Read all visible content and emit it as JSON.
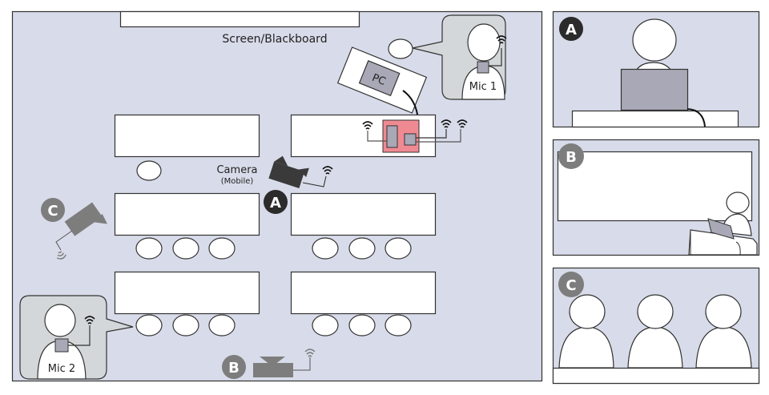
{
  "room": {
    "screen_label": "Screen/Blackboard",
    "pc_label": "PC",
    "camera_label": "Camera",
    "camera_sublabel": "(Mobile)",
    "mic1_label": "Mic 1",
    "mic2_label": "Mic 2"
  },
  "badges": {
    "a": "A",
    "b": "B",
    "c": "C"
  },
  "views": [
    {
      "badge": "A",
      "description": "Lecturer view from mobile camera"
    },
    {
      "badge": "B",
      "description": "Screen and lecturer view from rear camera"
    },
    {
      "badge": "C",
      "description": "Audience view from side camera"
    }
  ],
  "colors": {
    "room_bg": "#d8dbe9",
    "panel_bubble": "#d3d7d9",
    "device_gray": "#a9a8b6",
    "hub_red": "#f08a92",
    "badge_a": "#2b2b2b",
    "badge_bc": "#7d7d7d",
    "camera_dark": "#3a3a3a",
    "camera_gray": "#7d7d7d",
    "stroke": "#333333"
  }
}
